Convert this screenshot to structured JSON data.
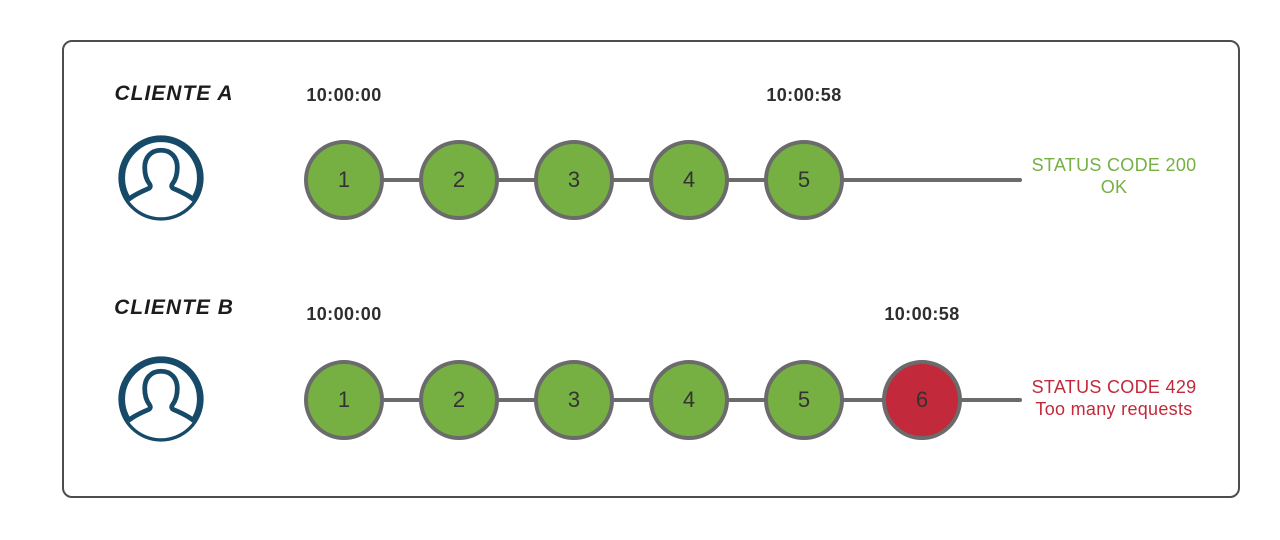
{
  "colors": {
    "success_green": "#76b043",
    "error_red": "#c2293a",
    "line_gray": "#6b6b6b",
    "avatar_navy": "#174a68",
    "card_border": "#4d4d4d",
    "text_dark": "#2e2e2e"
  },
  "icons": {
    "avatar": "user-avatar-icon"
  },
  "card": {
    "rows": [
      {
        "client_label": "CLIENTE A",
        "start_time": "10:00:00",
        "end_time": "10:00:58",
        "requests": [
          {
            "label": "1",
            "status": "ok"
          },
          {
            "label": "2",
            "status": "ok"
          },
          {
            "label": "3",
            "status": "ok"
          },
          {
            "label": "4",
            "status": "ok"
          },
          {
            "label": "5",
            "status": "ok"
          }
        ],
        "status_line1": "STATUS CODE 200",
        "status_line2": "OK"
      },
      {
        "client_label": "CLIENTE B",
        "start_time": "10:00:00",
        "end_time": "10:00:58",
        "requests": [
          {
            "label": "1",
            "status": "ok"
          },
          {
            "label": "2",
            "status": "ok"
          },
          {
            "label": "3",
            "status": "ok"
          },
          {
            "label": "4",
            "status": "ok"
          },
          {
            "label": "5",
            "status": "ok"
          },
          {
            "label": "6",
            "status": "blocked"
          }
        ],
        "status_line1": "STATUS CODE 429",
        "status_line2": "Too many requests"
      }
    ]
  }
}
